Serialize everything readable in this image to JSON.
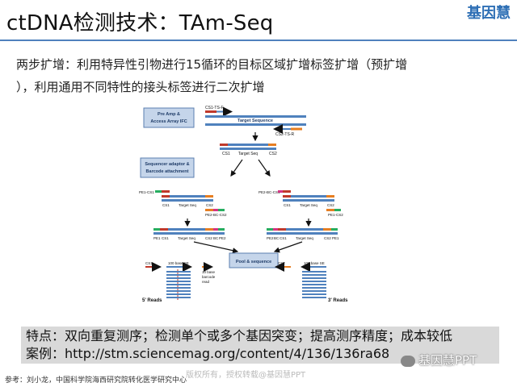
{
  "header": {
    "title": "ctDNA检测技术：TAm-Seq",
    "logo": "基因慧"
  },
  "intro": {
    "line1": "两步扩增：利用特异性引物进行15循环的目标区域扩增标签扩增（预扩增",
    "line2": "），利用通用不同特性的接头标签进行二次扩增"
  },
  "diagram": {
    "box_preamp": [
      "Pre Amp &",
      "Access Array IFC"
    ],
    "box_adaptor": [
      "Sequencer adaptor &",
      "Barcode attachment"
    ],
    "box_pool": "Pool & sequence",
    "primer_cs1_ts_f": "CS1-TS-F",
    "primer_cs2_ts_r": "CS2-TS-R",
    "target_sequence": "Target Sequence",
    "target_seq": "Target Seq",
    "cs1": "CS1",
    "cs2": "CS2",
    "pe1_cs1": "PE1-CS1",
    "pe2_bc_cs2": "PE2-BC-CS2",
    "pe2_bc_cs1": "PE2-BC-CS1",
    "pe1_cs2": "PE1-CS2",
    "pe1": "PE1",
    "pe2": "PE2",
    "bc": "BC",
    "read_100": "100 base SE",
    "read_10": [
      "10 base",
      "barcode",
      "read"
    ],
    "reads_5": "5' Reads",
    "reads_3": "3' Reads",
    "colors": {
      "dna_blue": "#4f81bd",
      "primer_red": "#c0392b",
      "primer_orange": "#e67e22",
      "pe_green": "#27ae60",
      "bc_pink": "#d63384",
      "box_fill": "#c5d5ea",
      "box_stroke": "#5b7fb0"
    }
  },
  "features": {
    "line1": "特点：双向重复测序；检测单个或多个基因突变；提高测序精度；成本较低",
    "line2": "案例：http://stm.sciencemag.org/content/4/136/136ra68"
  },
  "watermark": "版权所有，授权转载@基因慧PPT",
  "brand_watermark": "基因慧PPT",
  "reference": "参考：刘小龙，中国科学院海西研究院转化医学研究中心"
}
